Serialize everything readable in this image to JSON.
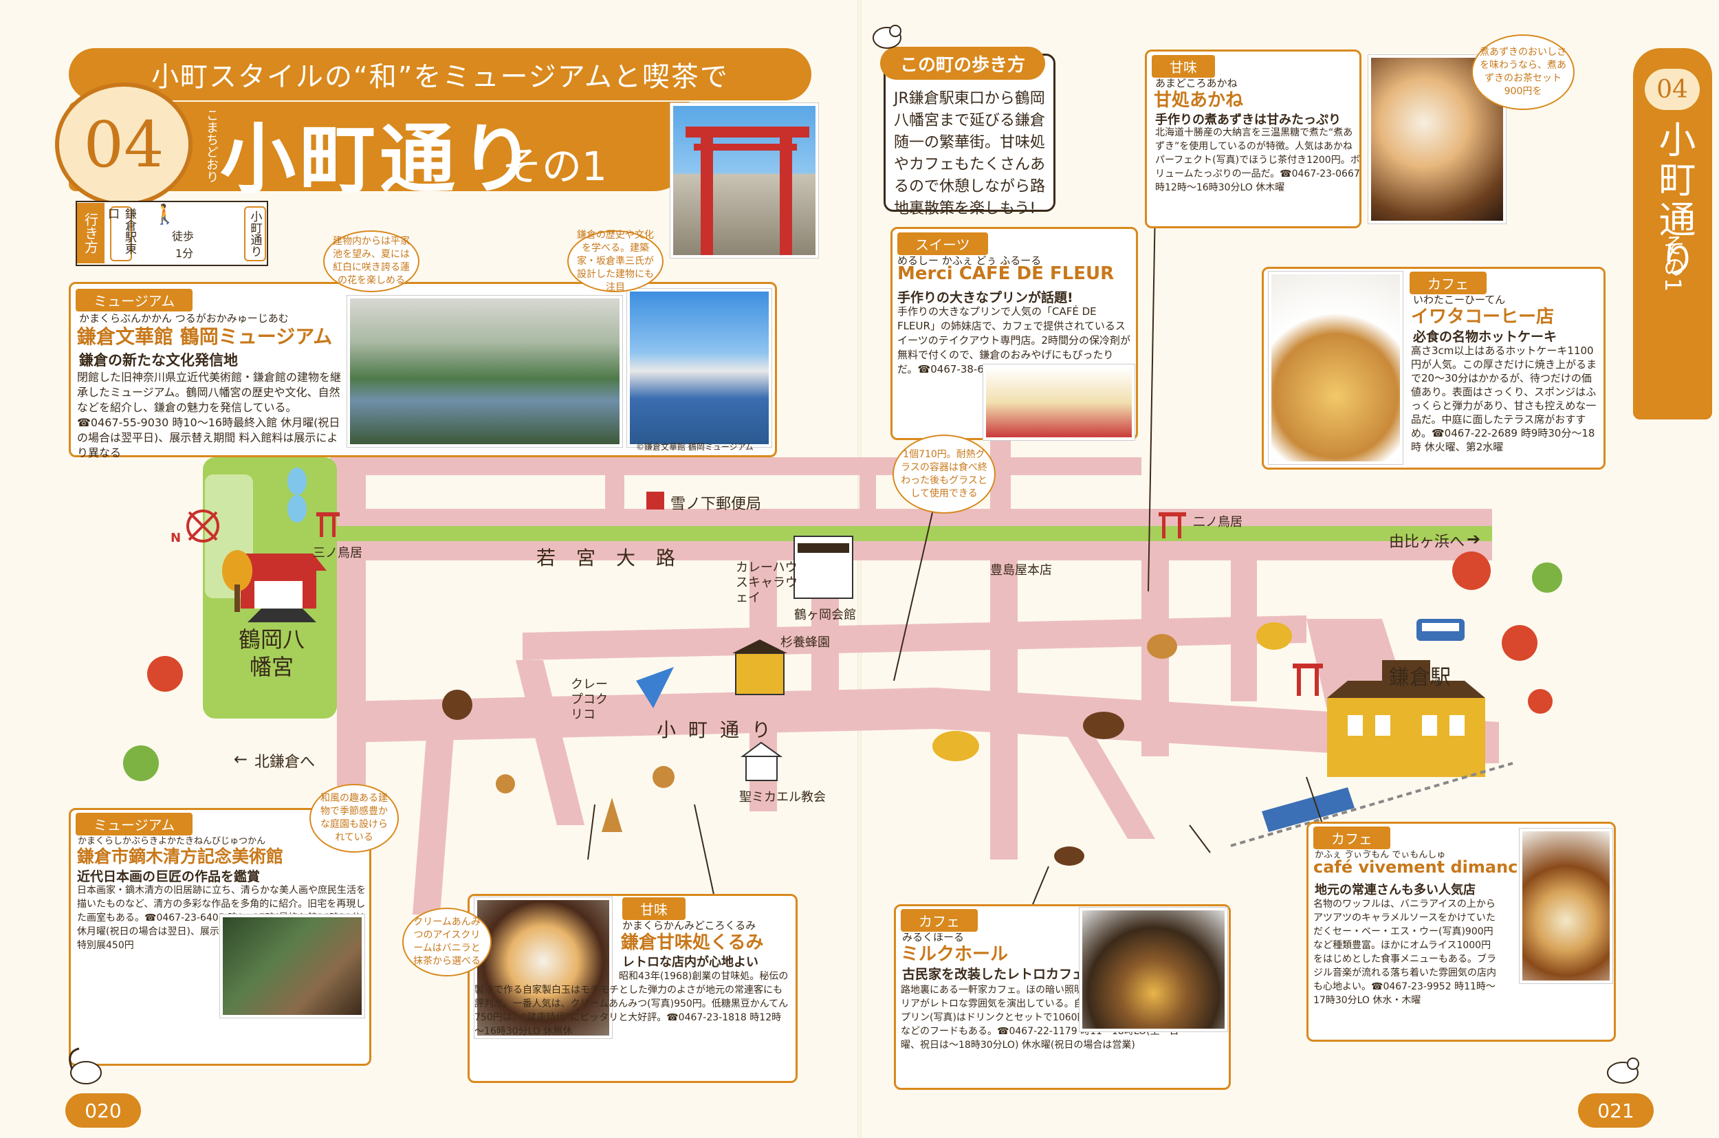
{
  "header": {
    "subtitle": "小町スタイルの“和”をミュージアムと喫茶で",
    "number": "04",
    "title_ruby": "こまちどおり",
    "title": "小町通り",
    "title_suffix": "その1"
  },
  "walk_tips": {
    "label": "この町の歩き方",
    "text": "JR鎌倉駅東口から鶴岡八幡宮まで延びる鎌倉随一の繁華街。甘味処やカフェもたくさんあるので休憩しながら路地裏散策を楽しもう!"
  },
  "access": {
    "label": "行き方",
    "from": "鎌倉駅東口",
    "mode": "徒歩",
    "time": "1分",
    "to": "小町通り"
  },
  "side_tab": {
    "number": "04",
    "title": "小町通り",
    "sub": "その1"
  },
  "page_numbers": {
    "left": "020",
    "right": "021"
  },
  "spots": [
    {
      "category": "ミュージアム",
      "ruby": "かまくらぶんかかん つるがおかみゅーじあむ",
      "name": "鎌倉文華館 鶴岡ミュージアム",
      "catch": "鎌倉の新たな文化発信地",
      "desc": "閉館した旧神奈川県立近代美術館・鎌倉館の建物を継承したミュージアム。鶴岡八幡宮の歴史や文化、自然などを紹介し、鎌倉の魅力を発信している。☎0467-55-9030 時10～16時最終入館 休月曜(祝日の場合は翌平日)、展示替え期間 料入館料は展示により異なる",
      "photo_credit": "©鎌倉文華館 鶴岡ミュージアム",
      "bubble1": "建物内からは平家池を望み、夏には紅白に咲き誇る蓮の花を楽しめる",
      "bubble2": "鎌倉の歴史や文化を学べる。建築家・坂倉準三氏が設計した建物にも注目"
    },
    {
      "category": "スイーツ",
      "ruby": "めるしー かふぇ どぅ ふるーる",
      "name": "Merci CAFÉ DE FLEUR",
      "catch": "手作りの大きなプリンが話題!",
      "desc": "手作りの大きなプリンで人気の「CAFÉ DE FLEUR」の姉妹店で、カフェで提供されているスイーツのテイクアウト専門店。2時間分の保冷剤が無料で付くので、鎌倉のおみやげにもぴったりだ。☎0467-38-6668 時11～18時 休無休",
      "bubble": "1個710円。耐熱グラスの容器は食べ終わった後もグラスとして使用できる"
    },
    {
      "category": "甘味",
      "ruby": "あまどころあかね",
      "name": "甘処あかね",
      "catch": "手作りの煮あずきは甘みたっぷり",
      "desc": "北海道十勝産の大納言を三温黒糖で煮た“煮あずき”を使用しているのが特徴。人気はあかねパーフェクト(写真)でほうじ茶付き1200円。ボリュームたっぷりの一品だ。☎0467-23-0667 時12時～16時30分LO 休木曜",
      "bubble": "煮あずきのおいしさを味わうなら、煮あずきのお茶セット900円を"
    },
    {
      "category": "カフェ",
      "ruby": "いわたこーひーてん",
      "name": "イワタコーヒー店",
      "catch": "必食の名物ホットケーキ",
      "desc": "高さ3cm以上はあるホットケーキ1100円が人気。この厚さだけに焼き上がるまで20～30分はかかるが、待つだけの価値あり。表面はさっくり、スポンジはふっくらと弾力があり、甘さも控えめな一品だ。中庭に面したテラス席がおすすめ。☎0467-22-2689 時9時30分～18時 休火曜、第2水曜"
    },
    {
      "category": "ミュージアム",
      "ruby": "かまくらしかぶらきよかたきねんびじゅつかん",
      "name": "鎌倉市鏑木清方記念美術館",
      "catch": "近代日本画の巨匠の作品を鑑賞",
      "desc": "日本画家・鏑木清方の旧居跡に立ち、清らかな美人画や庶民生活を描いたものなど、清方の多彩な作品を多角的に紹介。旧宅を再現した画室もある。☎0467-23-6405 時9～17時(最終入館16時30分) 休月曜(祝日の場合は翌日)、展示替え期間など 料企画展300円、特別展450円",
      "bubble": "和風の趣ある建物で季節感豊かな庭園も設けられている"
    },
    {
      "category": "甘味",
      "ruby": "かまくらかんみどころくるみ",
      "name": "鎌倉甘味処くるみ",
      "catch": "レトロな店内が心地よい",
      "desc": "昭和43年(1968)創業の甘味処。秘伝の製法で作る自家製白玉はモチモチとした弾力のよさが地元の常連客にも評判だ。一番人気は、クリームあんみつ(写真)950円。低糖黒豆かんてん750円は、“健康時代”にピッタリと大好評。☎0467-23-1818 時12時～16時30分LO 休無休",
      "bubble": "クリームあんみつのアイスクリームはバニラと抹茶から選べる"
    },
    {
      "category": "カフェ",
      "ruby": "みるくほーる",
      "name": "ミルクホール",
      "catch": "古民家を改装したレトロカフェ",
      "desc": "路地裏にある一軒家カフェ。ほの暗い照明やアンティークなインテリアがレトロな雰囲気を演出している。自然飼育の鶏の卵を使ったプリン(写真)はドリンクとセットで1060円。ハヤシライス1580円などのフードもある。☎0467-22-1179 時11～18時LO(土・日曜、祝日は～18時30分LO) 休水曜(祝日の場合は営業)"
    },
    {
      "category": "カフェ",
      "ruby": "かふぇ ゔぃゔもん でぃもんしゅ",
      "name": "café vivement dimanche",
      "catch": "地元の常連さんも多い人気店",
      "desc": "名物のワッフルは、バニラアイスの上からアツアツのキャラメルソースをかけていただくセー・ベー・エス・ウー(写真)900円など種類豊富。ほかにオムライス1000円をはじめとした食事メニューもある。ブラジル音楽が流れる落ち着いた雰囲気の店内も心地よい。☎0467-23-9952 時11時～17時30分LO 休水・木曜"
    }
  ],
  "map_labels": {
    "shrine": "鶴岡八幡宮",
    "torii3": "三ノ鳥居",
    "torii2": "二ノ鳥居",
    "wakamiya": "若宮大路",
    "komachi": "小町通り",
    "post": "雪ノ下郵便局",
    "yuigahama": "由比ヶ浜へ",
    "kitakamakura": "北鎌倉へ",
    "station": "鎌倉駅",
    "curry": "カレーハウスキャラウェイ",
    "tsurugaoka_hall": "鶴ヶ岡会館",
    "suginomoto": "杉養蜂園",
    "crepe": "クレープコクリコ",
    "toshimaya": "豊島屋本店",
    "church": "聖ミカエル教会",
    "compass_n": "N"
  },
  "colors": {
    "accent": "#d9891d",
    "road": "#ecbdbf",
    "green": "#a6d05a",
    "cream": "#fdf9ee"
  }
}
